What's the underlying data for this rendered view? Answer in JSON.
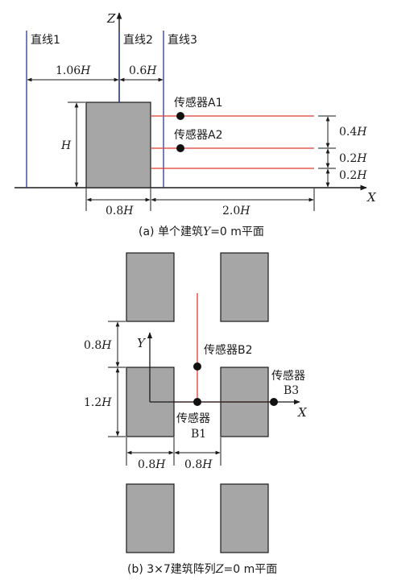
{
  "panel_a": {
    "lines": [
      "直线1",
      "直线2",
      "直线3"
    ],
    "axis_z": "Z",
    "axis_x": "X",
    "dim_106": "1.06",
    "dim_06": "0.6",
    "dim_H": "H",
    "dim_04": "0.4",
    "dim_02a": "0.2",
    "dim_02b": "0.2",
    "dim_08": "0.8",
    "dim_20": "2.0",
    "h_suffix": "H",
    "sensor_a1": "传感器A1",
    "sensor_a2": "传感器A2",
    "caption_pre": "(a) 单个建筑",
    "caption_var": "Y",
    "caption_post": "=0 m平面"
  },
  "panel_b": {
    "axis_y": "Y",
    "axis_x": "X",
    "dim_08v": "0.8",
    "dim_12": "1.2",
    "dim_08a": "0.8",
    "dim_08b": "0.8",
    "h_suffix": "H",
    "sensor_b1_line1": "传感器",
    "sensor_b1_line2": "B1",
    "sensor_b2": "传感器B2",
    "sensor_b3_line1": "传感器",
    "sensor_b3_line2": "B3",
    "caption_pre": "(b) 3×7建筑阵列",
    "caption_var": "Z",
    "caption_post": "=0 m平面"
  },
  "colors": {
    "building": "#a6a6a6",
    "line_blue": "#2b3a8f",
    "line_red": "#e23a2f",
    "ink": "#1a1a1a"
  }
}
